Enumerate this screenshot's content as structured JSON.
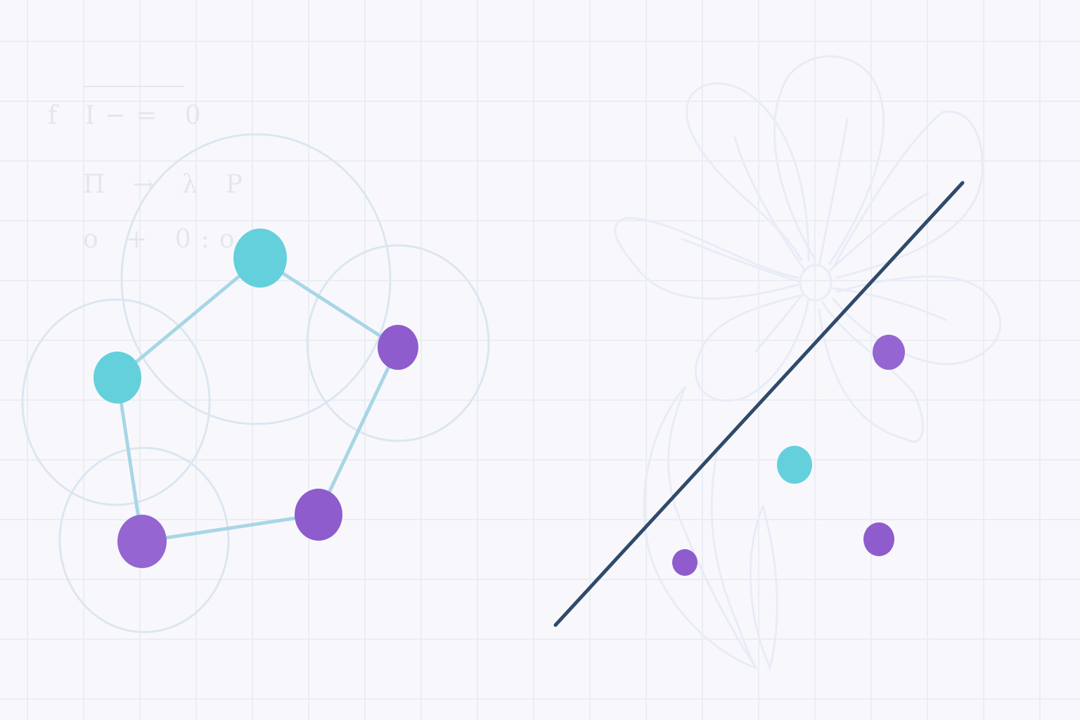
{
  "background": {
    "color": "#f8f8fc",
    "grid_color": "#ebedf5"
  },
  "faint_math": {
    "line1": "f I−= 0",
    "line2": "Π → λ P",
    "line3": "o + 0:o"
  },
  "colors": {
    "teal": "#64d0dc",
    "purple": "#8e5ccc",
    "edge": "#a8d6e6",
    "circle": "#dce6f0",
    "line": "#2f4a6a",
    "flower": "#e8ecf6"
  },
  "graph": {
    "nodes": [
      {
        "id": "n1",
        "color": "teal"
      },
      {
        "id": "n2",
        "color": "teal"
      },
      {
        "id": "n3",
        "color": "purple"
      },
      {
        "id": "n4",
        "color": "purple"
      },
      {
        "id": "n5",
        "color": "purple"
      }
    ],
    "edges": [
      [
        "n1",
        "n2"
      ],
      [
        "n1",
        "n3"
      ],
      [
        "n2",
        "n5"
      ],
      [
        "n5",
        "n4"
      ],
      [
        "n4",
        "n3"
      ]
    ]
  },
  "classifier": {
    "points": [
      {
        "id": "p1",
        "color": "purple"
      },
      {
        "id": "p2",
        "color": "teal"
      },
      {
        "id": "p3",
        "color": "purple"
      },
      {
        "id": "p4",
        "color": "purple"
      }
    ],
    "decision_boundary": "line"
  }
}
